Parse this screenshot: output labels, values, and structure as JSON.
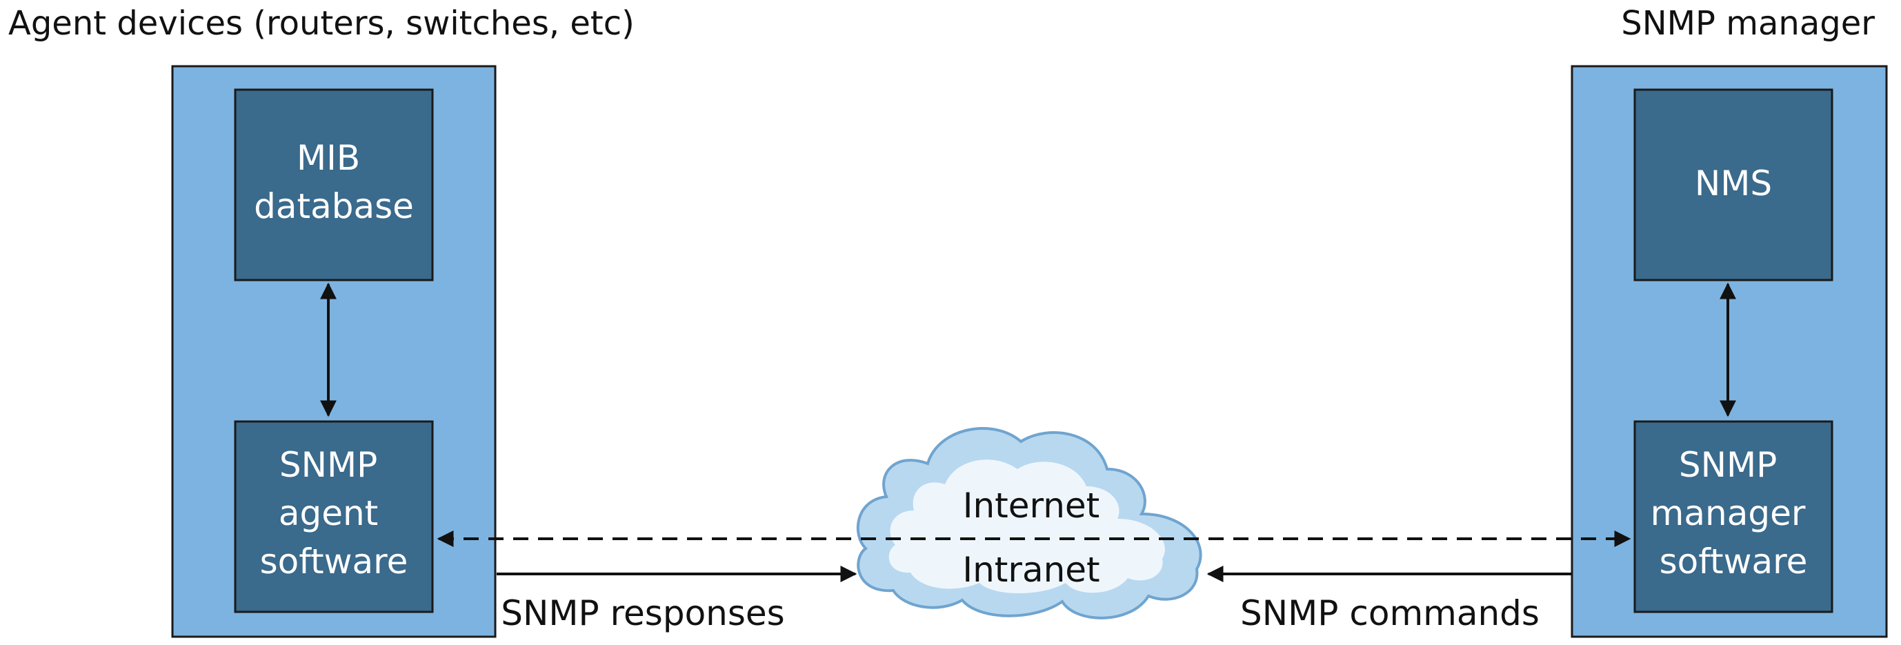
{
  "agent_panel": {
    "title": "Agent devices (routers, switches, etc)",
    "mib_box": [
      "MIB",
      "database"
    ],
    "agent_box": [
      "SNMP",
      "agent",
      "software"
    ]
  },
  "manager_panel": {
    "title": "SNMP manager",
    "nms_box": [
      "NMS"
    ],
    "manager_box": [
      "SNMP",
      "manager",
      "software"
    ]
  },
  "network_cloud": {
    "line1": "Internet",
    "line2": "Intranet"
  },
  "arrows": {
    "responses_label": "SNMP responses",
    "commands_label": "SNMP commands"
  },
  "colors": {
    "panel_fill": "#7db3e0",
    "box_fill": "#3a6a8c",
    "border": "#1a1a1a",
    "cloud_outer": "#b8d8f0",
    "cloud_inner": "#eef6fc",
    "text_dark": "#111111",
    "text_light": "#ffffff"
  }
}
